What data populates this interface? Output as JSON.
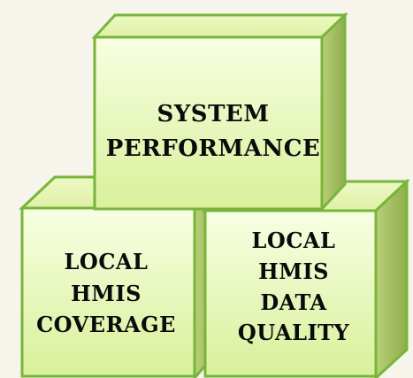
{
  "boxes": {
    "top": {
      "lines": "SYSTEM\nPERFORMANCE"
    },
    "left": {
      "lines": "LOCAL\nHMIS\nCOVERAGE"
    },
    "right": {
      "lines": "LOCAL\nHMIS\nDATA\nQUALITY"
    }
  },
  "colors": {
    "front_face_light": "#f4ffd8",
    "front_face_dark": "#d9f09a",
    "top_face": "#e9f7b7",
    "side_face": "#b9cf78",
    "border": "#79b53a",
    "background": "#f7f4ec"
  }
}
